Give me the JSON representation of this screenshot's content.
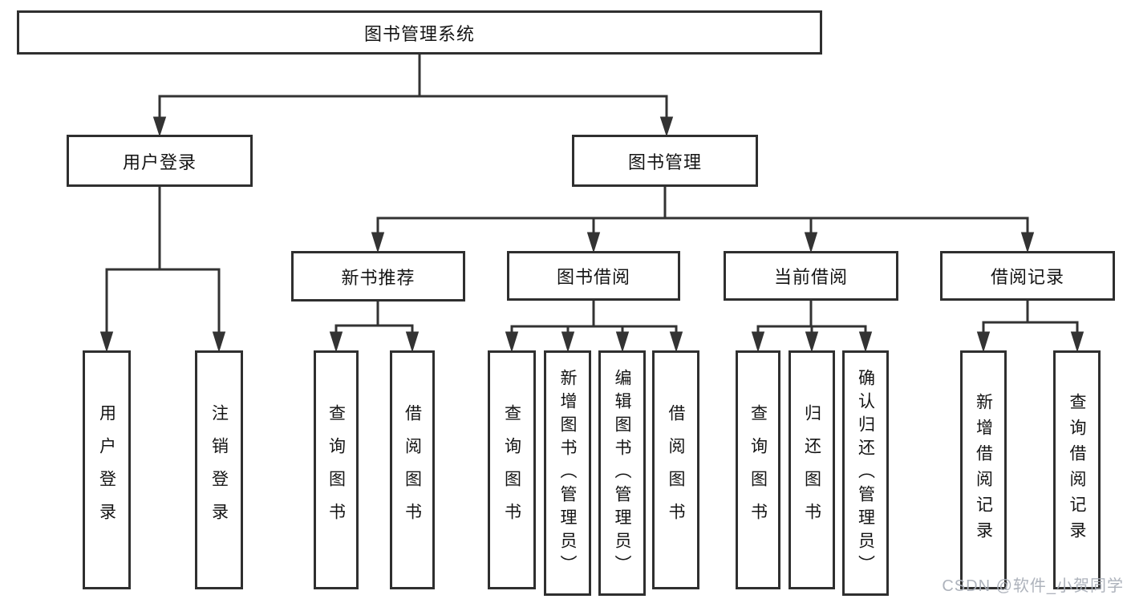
{
  "diagram": {
    "root": {
      "label": "图书管理系统"
    },
    "branches": [
      {
        "label": "用户登录",
        "children": [
          {
            "label": "用户登录"
          },
          {
            "label": "注销登录"
          }
        ]
      },
      {
        "label": "图书管理",
        "children": [
          {
            "label": "新书推荐",
            "children": [
              {
                "label": "查询图书"
              },
              {
                "label": "借阅图书"
              }
            ]
          },
          {
            "label": "图书借阅",
            "children": [
              {
                "label": "查询图书"
              },
              {
                "label": "新增图书（管理员）"
              },
              {
                "label": "编辑图书（管理员）"
              },
              {
                "label": "借阅图书"
              }
            ]
          },
          {
            "label": "当前借阅",
            "children": [
              {
                "label": "查询图书"
              },
              {
                "label": "归还图书"
              },
              {
                "label": "确认归还（管理员）"
              }
            ]
          },
          {
            "label": "借阅记录",
            "children": [
              {
                "label": "新增借阅记录"
              },
              {
                "label": "查询借阅记录"
              }
            ]
          }
        ]
      }
    ]
  },
  "watermark": {
    "text": "CSDN @软件_小贺同学"
  },
  "colors": {
    "line": "#333333",
    "box_border": "#2f2f2f",
    "text": "#141414",
    "watermark": "#aaafb8",
    "background": "#ffffff"
  }
}
